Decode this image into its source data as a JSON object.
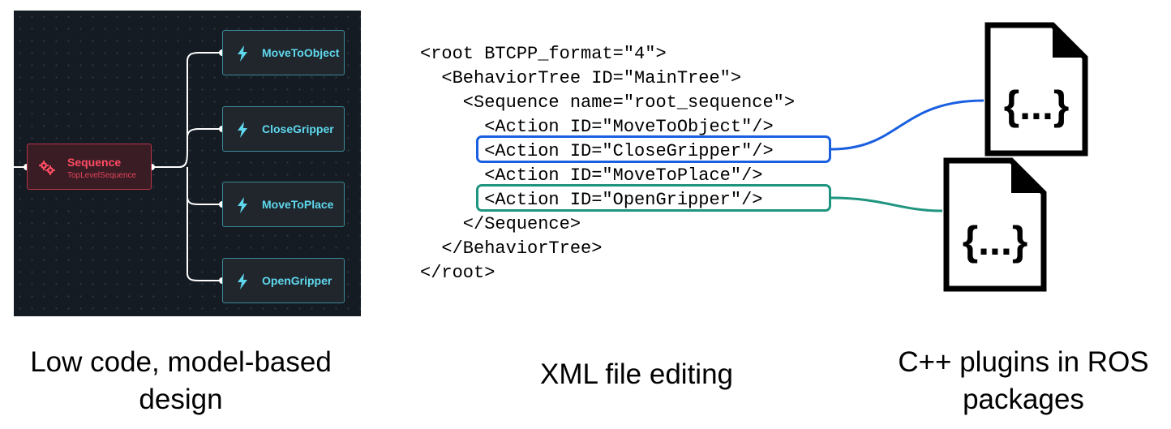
{
  "editor": {
    "sequence_node": {
      "title": "Sequence",
      "subtitle": "TopLevelSequence",
      "icon": "gears-icon"
    },
    "action_nodes": [
      {
        "label": "MoveToObject",
        "icon": "lightning-icon"
      },
      {
        "label": "CloseGripper",
        "icon": "lightning-icon"
      },
      {
        "label": "MoveToPlace",
        "icon": "lightning-icon"
      },
      {
        "label": "OpenGripper",
        "icon": "lightning-icon"
      }
    ]
  },
  "xml": {
    "lines": [
      "<root BTCPP_format=\"4\">",
      "  <BehaviorTree ID=\"MainTree\">",
      "    <Sequence name=\"root_sequence\">",
      "      <Action ID=\"MoveToObject\"/>",
      "      <Action ID=\"CloseGripper\"/>",
      "      <Action ID=\"MoveToPlace\"/>",
      "      <Action ID=\"OpenGripper\"/>",
      "    </Sequence>",
      "  </BehaviorTree>",
      "</root>"
    ],
    "highlight_colors": {
      "close_gripper": "#1a5fe0",
      "open_gripper": "#1f9580"
    }
  },
  "files": [
    {
      "icon": "code-file-icon",
      "glyph": "{...}"
    },
    {
      "icon": "code-file-icon",
      "glyph": "{...}"
    }
  ],
  "captions": {
    "left": "Low code, model-based design",
    "middle": "XML file editing",
    "right": "C++ plugins in ROS packages"
  },
  "colors": {
    "editor_bg": "#141b22",
    "sequence_accent": "#ff4d63",
    "action_accent": "#5fd8ee",
    "wire": "#ffffff"
  }
}
